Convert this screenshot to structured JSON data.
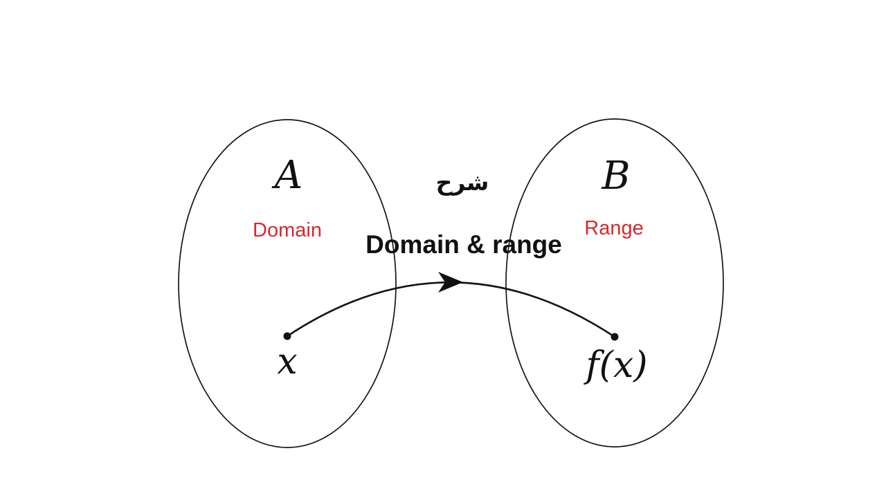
{
  "diagram": {
    "annotation_arabic": "شرح",
    "title": "Domain & range",
    "colors": {
      "label_red": "#d7282e",
      "stroke_black": "#141414"
    },
    "set_a": {
      "name": "A",
      "sublabel": "Domain",
      "element_label": "x"
    },
    "set_b": {
      "name": "B",
      "sublabel": "Range",
      "element_label": "f(x)"
    },
    "mapping": {
      "from": "x",
      "to": "f(x)"
    }
  }
}
